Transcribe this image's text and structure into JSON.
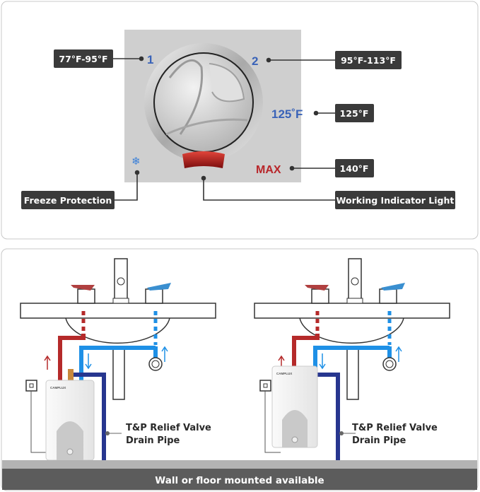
{
  "control_panel": {
    "dial_marks": {
      "one": "1",
      "two": "2",
      "temp": "125˚F",
      "max": "MAX"
    },
    "callouts": {
      "setting_1": "77°F-95°F",
      "setting_2": "95°F-113°F",
      "setting_125": "125°F",
      "setting_max": "140°F",
      "freeze": "Freeze Protection",
      "indicator": "Working Indicator Light"
    },
    "icons": [
      "snowflake-icon",
      "temperature-knob",
      "indicator-light"
    ]
  },
  "installation": {
    "left": {
      "brand": "CAMPLUX",
      "valve_label_1": "T&P Relief Valve",
      "valve_label_2": "Drain Pipe"
    },
    "right": {
      "brand": "CAMPLUX",
      "valve_label_1": "T&P Relief Valve",
      "valve_label_2": "Drain Pipe"
    },
    "footer": "Wall or floor mounted available"
  },
  "colors": {
    "hot": "#b52a2a",
    "cold": "#1e90e6",
    "drain": "#27368f",
    "label_bg": "#3a3a3a",
    "footer_bg": "#5c5c5c"
  }
}
